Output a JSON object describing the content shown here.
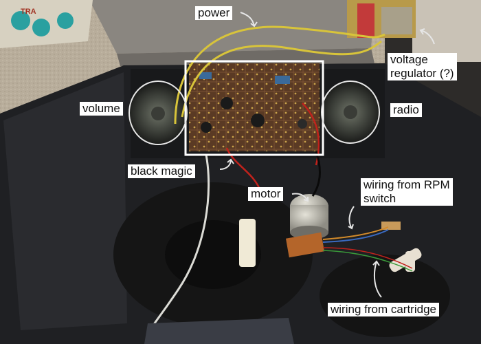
{
  "labels": {
    "power": "power",
    "voltage_regulator_line1": "voltage",
    "voltage_regulator_line2": "regulator (?)",
    "volume": "volume",
    "radio": "radio",
    "black_magic": "black magic",
    "motor": "motor",
    "wiring_rpm_line1": "wiring from RPM",
    "wiring_rpm_line2": "switch",
    "wiring_cartridge": "wiring from cartridge"
  },
  "colors": {
    "label_bg": "#ffffff",
    "annotation": "#e6e6e6",
    "wire_yellow": "#d8c43a",
    "wire_red": "#c0221c",
    "wire_white": "#dcdcd6",
    "case_dark": "#1f2023",
    "board_brown": "#5a3a24",
    "carpet": "#b8ad9b"
  }
}
